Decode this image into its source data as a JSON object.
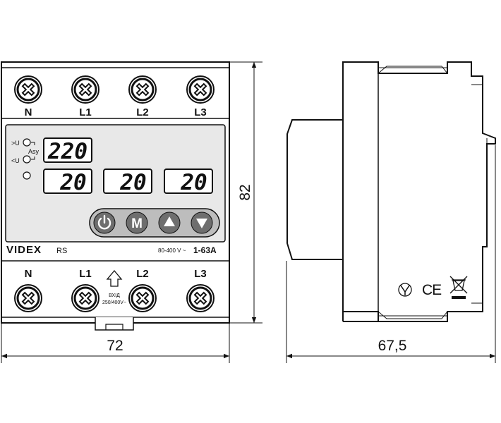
{
  "front_view": {
    "top_terminals": [
      "N",
      "L1",
      "L2",
      "L3"
    ],
    "bottom_terminals": [
      "N",
      "L1",
      "L2",
      "L3"
    ],
    "indicator_over": ">U",
    "indicator_under": "<U",
    "indicator_asy": "Asy",
    "display_voltage": "220",
    "display_current": [
      "20",
      "20",
      "20"
    ],
    "buttons": [
      {
        "name": "power",
        "icon": "power-icon"
      },
      {
        "name": "mode",
        "label": "M"
      },
      {
        "name": "up",
        "icon": "triangle-up-icon"
      },
      {
        "name": "down",
        "icon": "triangle-down-icon"
      }
    ],
    "brand": "VIDEX",
    "series": "RS",
    "voltage_range": "80-400 V ~",
    "current_range": "1-63A",
    "input_label": "ВХІД",
    "input_spec": "250/400V~"
  },
  "side_view": {
    "marks": [
      "ukrsepro-mark-icon",
      "ce-mark-icon",
      "weee-bin-icon"
    ],
    "ce_text": "CE"
  },
  "dimensions": {
    "width": "72",
    "height": "82",
    "depth": "67,5"
  }
}
